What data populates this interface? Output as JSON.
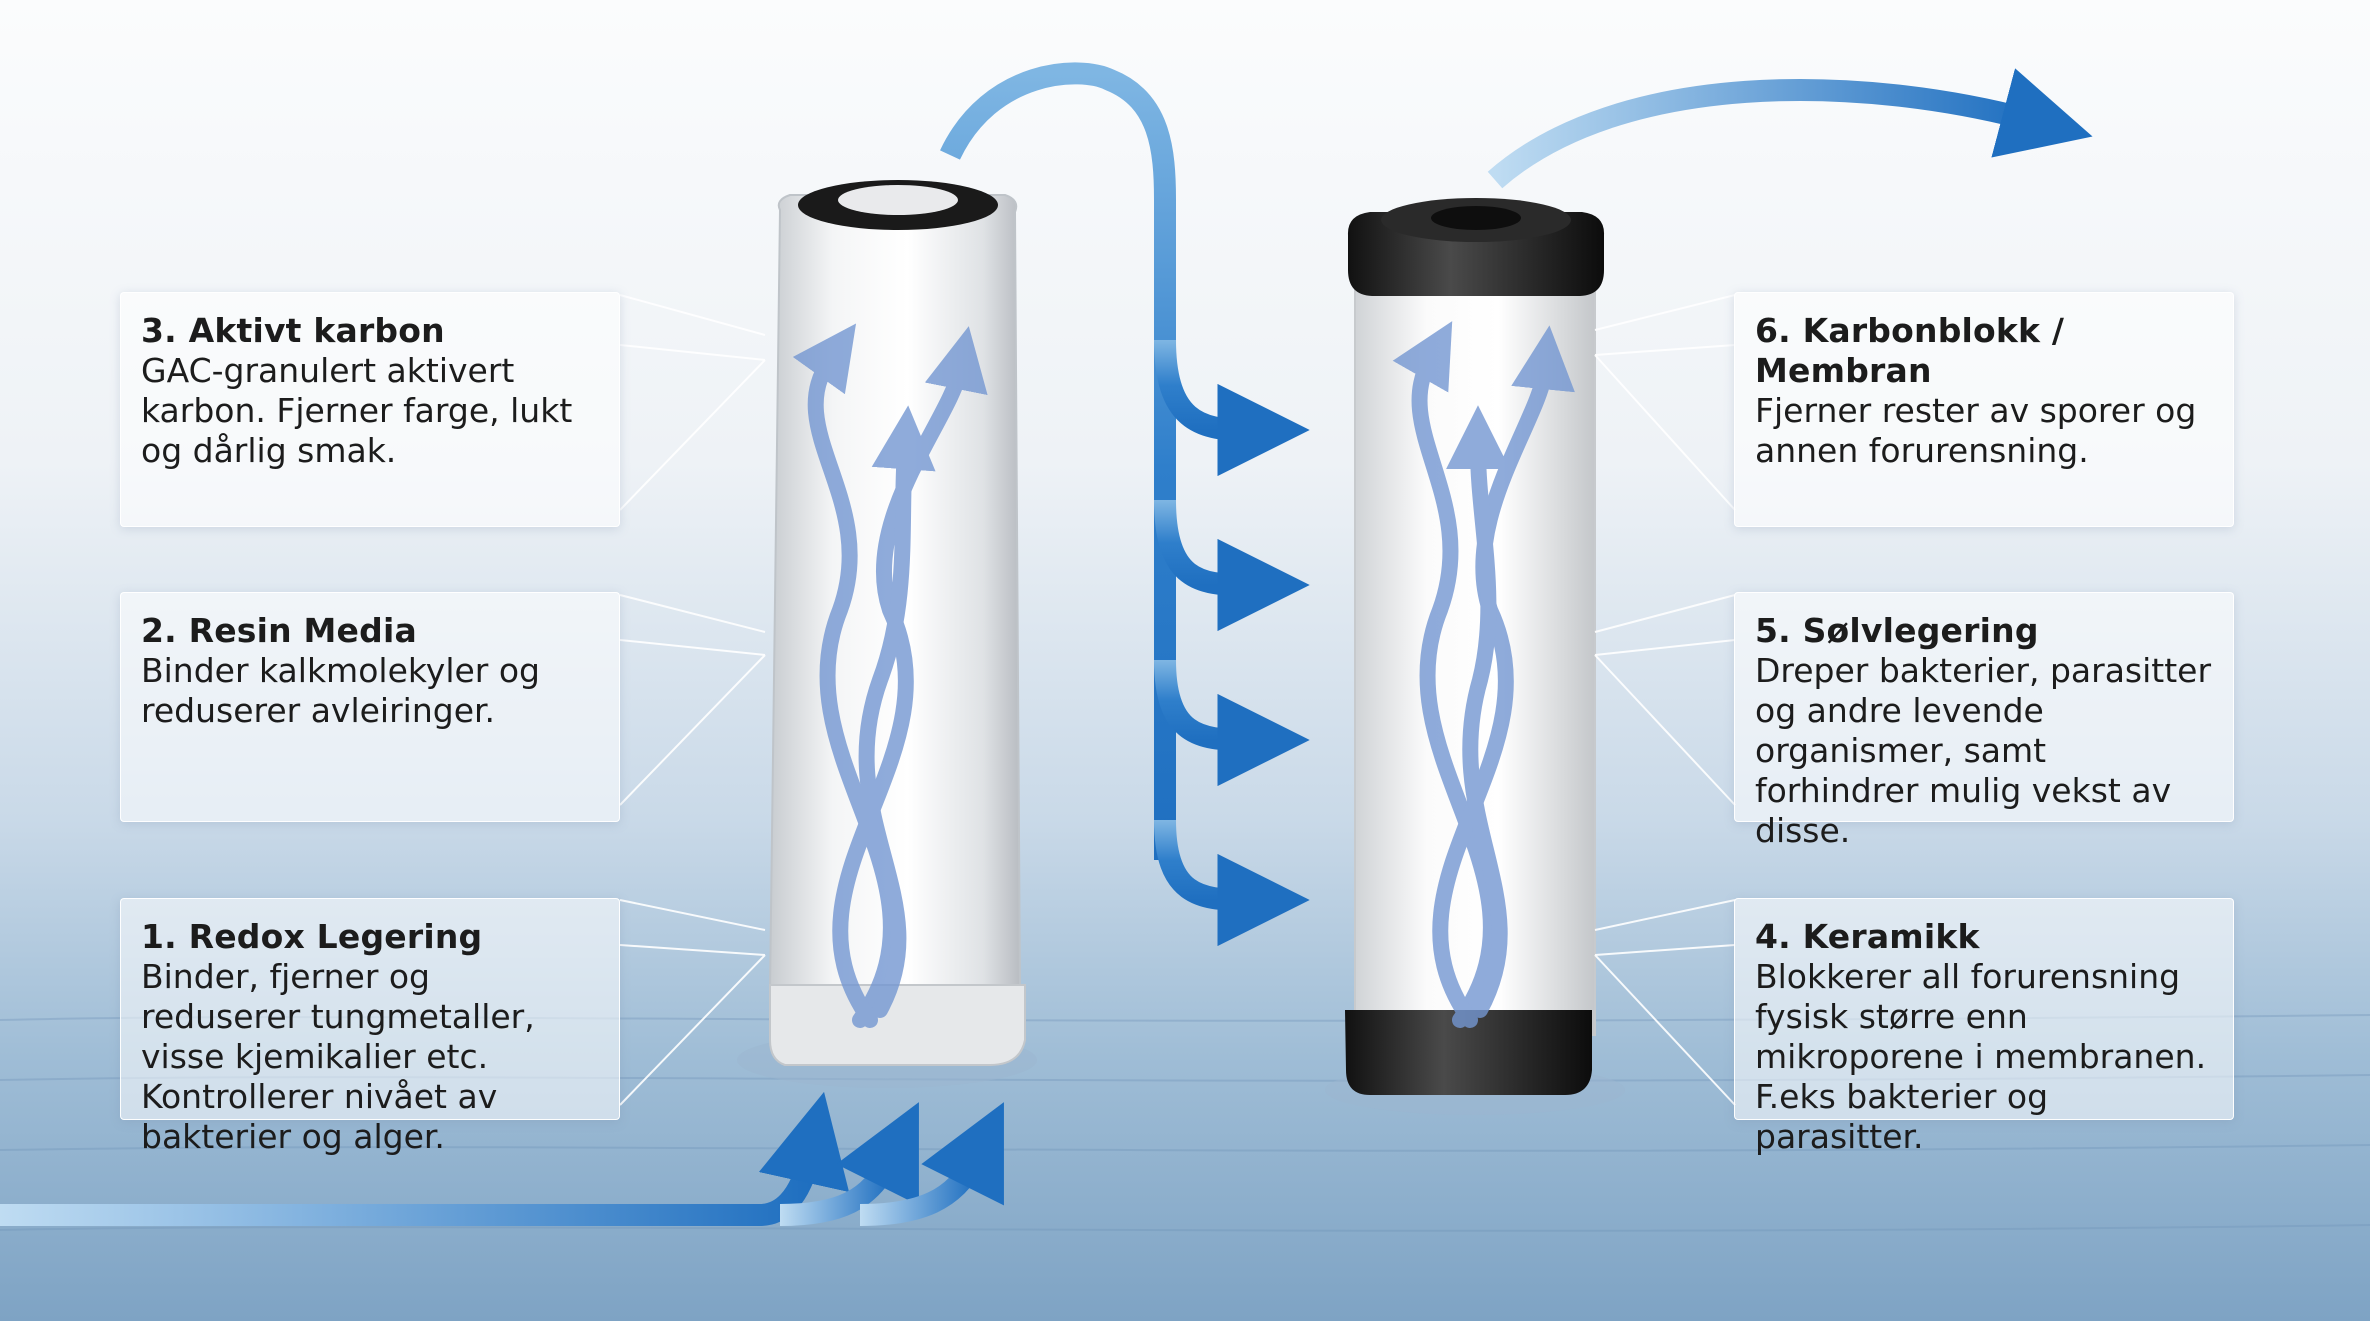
{
  "cards": [
    {
      "title": "3. Aktivt karbon",
      "text": "GAC-granulert aktivert karbon. Fjerner farge, lukt og dårlig smak."
    },
    {
      "title": "2. Resin Media",
      "text": "Binder kalkmolekyler og reduserer avleiringer."
    },
    {
      "title": "1. Redox Legering",
      "text": "Binder, fjerner og reduserer tungmetaller, visse kjemikalier etc. Kontrollerer nivået av bakterier og alger."
    },
    {
      "title": "6. Karbonblokk / Membran",
      "text": "Fjerner rester av sporer og annen forurensning."
    },
    {
      "title": "5. Sølvlegering",
      "text": "Dreper bakterier, parasitter og andre levende organismer, samt forhindrer mulig vekst av disse."
    },
    {
      "title": "4. Keramikk",
      "text": "Blokkerer all forurensning fysisk større enn mikroporene i membranen. F.eks bakterier og parasitter."
    }
  ],
  "colors": {
    "arrow": "#1f6fc0",
    "arrow_light": "#8fc3ea",
    "swirl": "#6f95d2"
  },
  "icons": [
    "flow-arrow",
    "filter-cartridge"
  ]
}
